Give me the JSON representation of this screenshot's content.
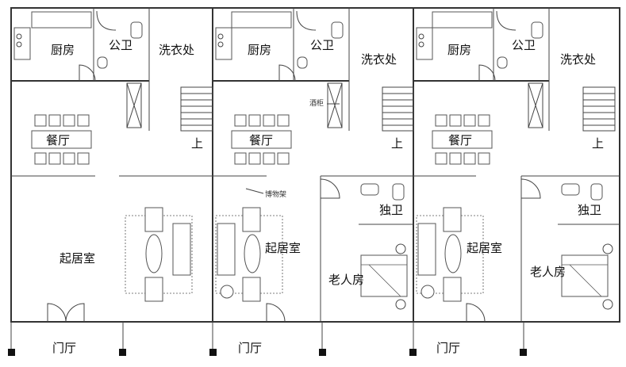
{
  "units": [
    {
      "kitchen": "厨房",
      "public_bath": "公卫",
      "laundry": "洗衣处",
      "dining": "餐厅",
      "living": "起居室",
      "entrance": "门厅",
      "stair_up": "上"
    },
    {
      "kitchen": "厨房",
      "public_bath": "公卫",
      "laundry": "洗衣处",
      "dining": "餐厅",
      "living": "起居室",
      "entrance": "门厅",
      "stair_up": "上",
      "private_bath": "独卫",
      "elder_room": "老人房",
      "wine_cabinet": "酒柜",
      "display_shelf": "博物架"
    },
    {
      "kitchen": "厨房",
      "public_bath": "公卫",
      "laundry": "洗衣处",
      "dining": "餐厅",
      "living": "起居室",
      "entrance": "门厅",
      "stair_up": "上",
      "private_bath": "独卫",
      "elder_room": "老人房"
    }
  ]
}
